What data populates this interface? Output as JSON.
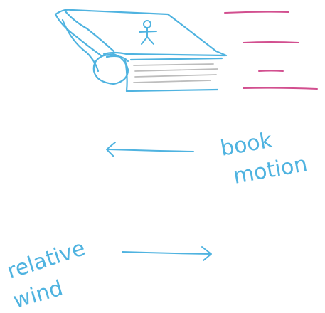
{
  "labels": {
    "book_motion_line1": "book",
    "book_motion_line2": "motion",
    "relative_wind_line1": "relative",
    "relative_wind_line2": "wind"
  },
  "colors": {
    "sketch_blue": "#4fb3e0",
    "wind_pink": "#d24f8f",
    "page_gray": "#bdbdbd"
  },
  "icons": {
    "book": "flying-book-sketch",
    "person": "stick-figure-icon",
    "motion_arrow": "arrow-left-icon",
    "wind_arrow": "arrow-right-icon"
  }
}
